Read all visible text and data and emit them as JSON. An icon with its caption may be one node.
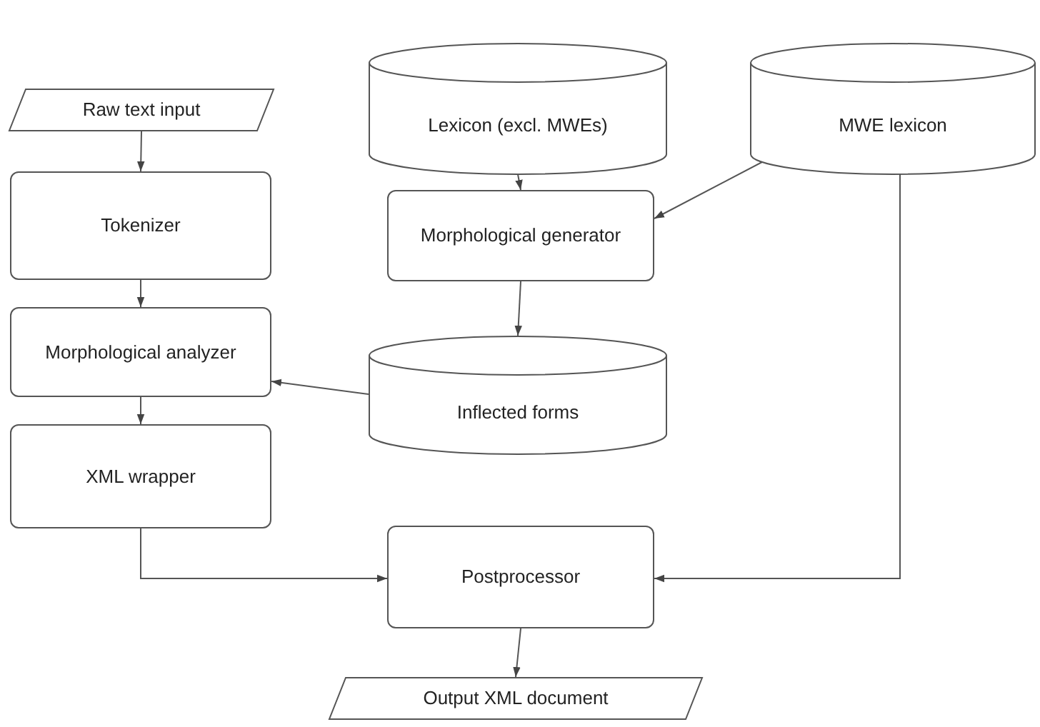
{
  "diagram": {
    "nodes": [
      {
        "text": [
          "Raw text input"
        ]
      },
      {
        "text": [
          "Tokenizer"
        ]
      },
      {
        "text": [
          "Morphological analyzer"
        ]
      },
      {
        "text": [
          "XML wrapper"
        ]
      },
      {
        "text": [
          "Lexicon (excl. MWEs)"
        ]
      },
      {
        "text": [
          "MWE lexicon"
        ]
      },
      {
        "text": [
          "Morphological generator"
        ]
      },
      {
        "text": [
          "Inflected forms"
        ]
      },
      {
        "text": [
          "Postprocessor"
        ]
      },
      {
        "text": [
          "Output XML document"
        ]
      }
    ],
    "edges": [
      {
        "from": 0,
        "to": 1,
        "arrow": "to"
      },
      {
        "from": 1,
        "to": 2,
        "arrow": "to"
      },
      {
        "from": 2,
        "to": 3,
        "arrow": "to"
      },
      {
        "from": 4,
        "to": 6,
        "arrow": "to"
      },
      {
        "from": 5,
        "to": 6,
        "arrow": "to"
      },
      {
        "from": 6,
        "to": 7,
        "arrow": "to"
      },
      {
        "from": 7,
        "to": 2,
        "arrow": "to"
      },
      {
        "from": 3,
        "to": 8,
        "arrow": "to"
      },
      {
        "from": 5,
        "to": 8,
        "arrow": "to"
      },
      {
        "from": 8,
        "to": 9,
        "arrow": "to"
      }
    ]
  }
}
